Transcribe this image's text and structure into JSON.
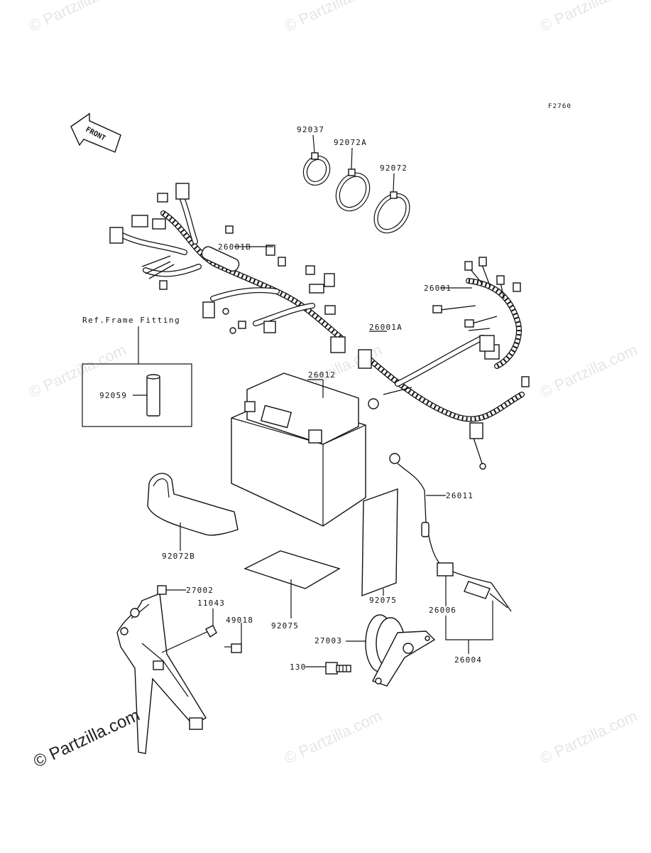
{
  "figure_code": "F2760",
  "front_label": "FRONT",
  "inset": {
    "title": "Ref.Frame Fitting",
    "part": "92059"
  },
  "callouts": {
    "c92037": "92037",
    "c92072A": "92072A",
    "c92072": "92072",
    "c26001B": "26001B",
    "c26001": "26001",
    "c26001A": "26001A",
    "c26012": "26012",
    "c26011": "26011",
    "c92072B": "92072B",
    "c92075a": "92075",
    "c92075b": "92075",
    "c27002": "27002",
    "c11043": "11043",
    "c49018": "49018",
    "c26006": "26006",
    "c27003": "27003",
    "c130": "130",
    "c26004": "26004"
  },
  "watermark": "© Partzilla.com",
  "watermark_sm": "© Partzilla.com"
}
